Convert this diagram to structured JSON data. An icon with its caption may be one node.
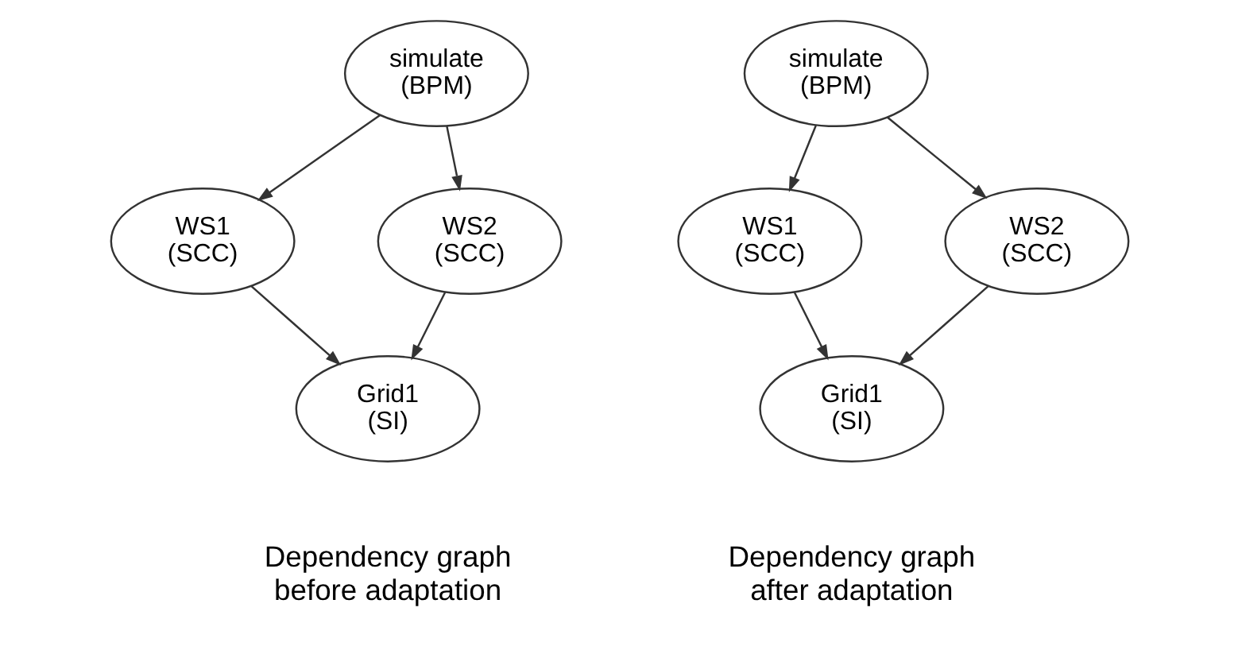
{
  "diagram": {
    "nodes": [
      {
        "text": [
          "simulate (BPM)"
        ]
      },
      {
        "text": [
          "WS1 (SCC)"
        ]
      },
      {
        "text": [
          "WS2 (SCC)"
        ]
      },
      {
        "text": [
          "Grid1 (SI)"
        ]
      },
      {
        "text": [
          "simulate (BPM)"
        ]
      },
      {
        "text": [
          "WS1 (SCC)"
        ]
      },
      {
        "text": [
          "WS2 (SCC)"
        ]
      },
      {
        "text": [
          "Grid1 (SI)"
        ]
      }
    ],
    "edges": [
      {
        "from": 0,
        "to": 1,
        "arrow": "to"
      },
      {
        "from": 0,
        "to": 2,
        "arrow": "to"
      },
      {
        "from": 1,
        "to": 3,
        "arrow": "to"
      },
      {
        "from": 2,
        "to": 3,
        "arrow": "to"
      },
      {
        "from": 4,
        "to": 5,
        "arrow": "to"
      },
      {
        "from": 4,
        "to": 6,
        "arrow": "to"
      },
      {
        "from": 5,
        "to": 7,
        "arrow": "to"
      },
      {
        "from": 6,
        "to": 7,
        "arrow": "to"
      }
    ],
    "labels": [
      "Dependency graph before adaptation",
      "Dependency graph after adaptation"
    ]
  }
}
